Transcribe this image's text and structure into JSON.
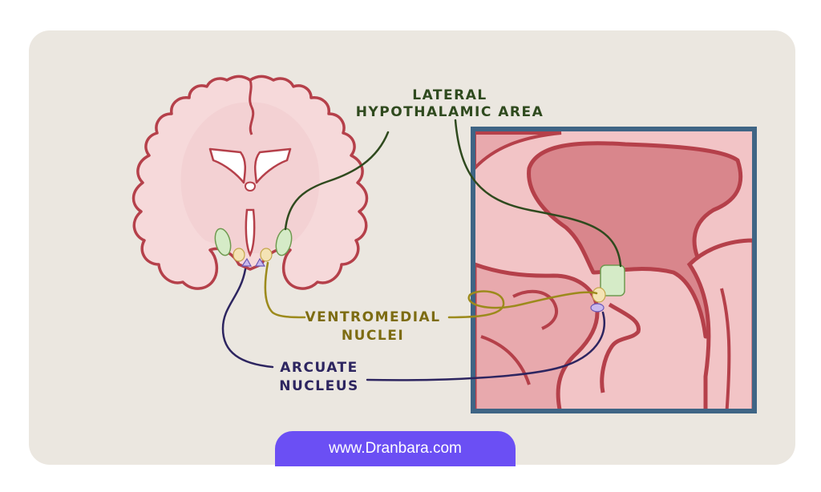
{
  "labels": {
    "lateral_line1": "LATERAL",
    "lateral_line2": "HYPOTHALAMIC AREA",
    "ventromedial_line1": "VENTROMEDIAL",
    "ventromedial_line2": "NUCLEI",
    "arcuate_line1": "ARCUATE",
    "arcuate_line2": "NUCLEUS"
  },
  "footer": {
    "url": "www.Dranbara.com"
  },
  "colors": {
    "background_card": "#ebe7e0",
    "brain_fill": "#f6d9da",
    "brain_outline": "#b5404a",
    "lateral_area": "#d5ebc7",
    "lateral_line": "#2f4a1e",
    "ventromedial": "#f4e3b4",
    "ventromedial_line": "#9c8a1c",
    "arcuate": "#c9b9ee",
    "arcuate_line": "#2d2560",
    "inset_frame": "#3f6585",
    "footer_bg": "#6b4ff4"
  }
}
